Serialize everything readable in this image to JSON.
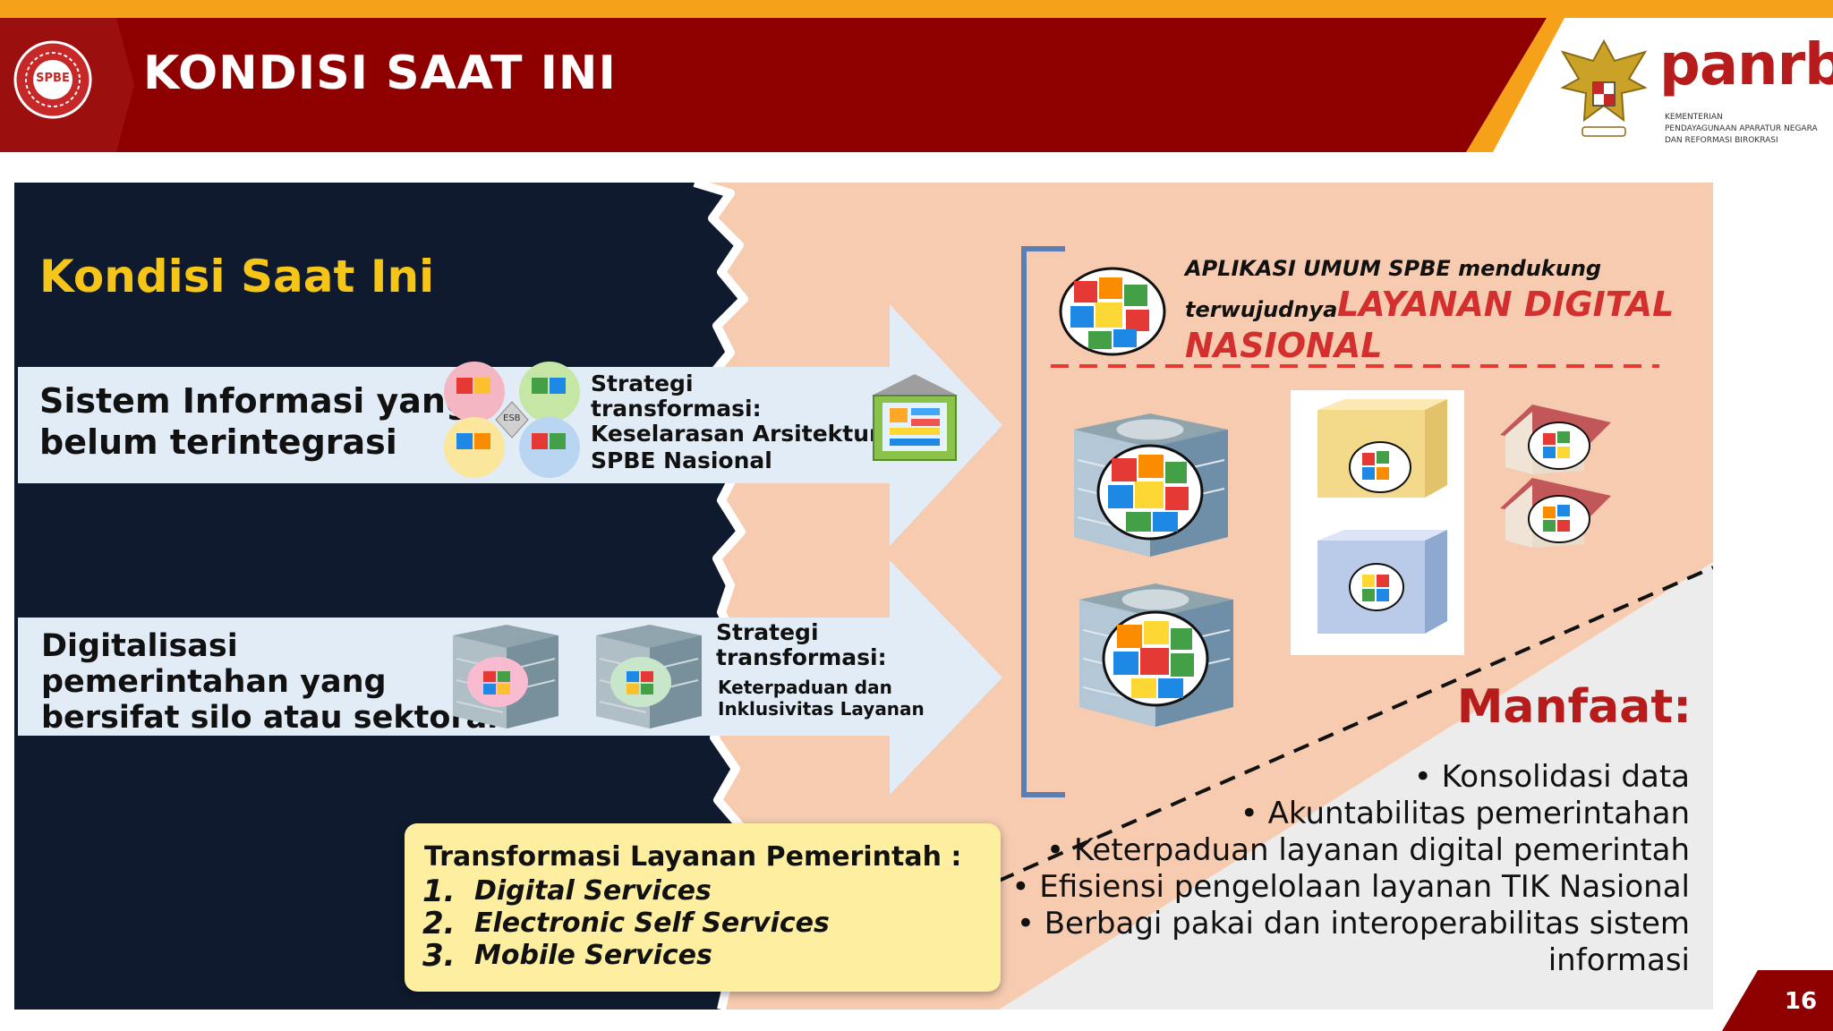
{
  "header": {
    "title": "KONDISI SAAT INI",
    "logo_left_text": "SPBE",
    "logo_right": {
      "brand": "panrb",
      "ministry_line1": "KEMENTERIAN",
      "ministry_line2": "PENDAYAGUNAAN APARATUR NEGARA",
      "ministry_line3": "DAN REFORMASI BIROKRASI"
    }
  },
  "left": {
    "section_title": "Kondisi Saat Ini",
    "row1": {
      "label_line1": "Sistem Informasi yang",
      "label_line2": "belum terintegrasi",
      "strategy_line1": "Strategi",
      "strategy_line2": "transformasi:",
      "strategy_line3": "Keselarasan Arsitektur",
      "strategy_line4": "SPBE Nasional",
      "esb_label": "ESB"
    },
    "row2": {
      "label_line1": "Digitalisasi",
      "label_line2": "pemerintahan yang",
      "label_line3": "bersifat silo atau sektoral",
      "strategy_line1": "Strategi",
      "strategy_line2": "transformasi:",
      "strategy_line3": "Keterpaduan dan",
      "strategy_line4": "Inklusivitas Layanan"
    }
  },
  "callout": {
    "title": "Transformasi Layanan Pemerintah :",
    "items": [
      {
        "num": "1.",
        "label": "Digital Services"
      },
      {
        "num": "2.",
        "label": "Electronic Self Services"
      },
      {
        "num": "3.",
        "label": "Mobile Services"
      }
    ]
  },
  "right": {
    "headline_line1": "APLIKASI UMUM SPBE mendukung",
    "headline_line2_prefix": "terwujudnya ",
    "headline_highlight_1": "LAYANAN DIGITAL",
    "headline_highlight_2": "NASIONAL",
    "manfaat_title": "Manfaat:",
    "benefits": [
      "Konsolidasi data",
      "Akuntabilitas pemerintahan",
      "Keterpaduan layanan digital pemerintah",
      "Efisiensi pengelolaan layanan TIK Nasional",
      "Berbagi pakai dan interoperabilitas sistem",
      "informasi"
    ]
  },
  "page_number": "16",
  "colors": {
    "header_red": "#8e0000",
    "accent_orange": "#f5a21a",
    "navy": "#0f1a2e",
    "peach": "#f6cbb0",
    "title_yellow": "#f5c518",
    "highlight_red": "#d32f2f",
    "callout_yellow": "#fdeea0"
  }
}
